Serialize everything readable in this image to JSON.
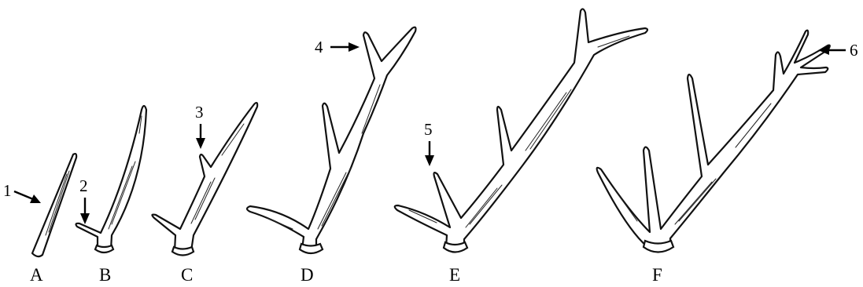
{
  "stages": [
    {
      "label": "A"
    },
    {
      "label": "B"
    },
    {
      "label": "C"
    },
    {
      "label": "D"
    },
    {
      "label": "E"
    },
    {
      "label": "F"
    }
  ],
  "markers": [
    {
      "label": "1"
    },
    {
      "label": "2"
    },
    {
      "label": "3"
    },
    {
      "label": "4"
    },
    {
      "label": "5"
    },
    {
      "label": "6"
    }
  ]
}
